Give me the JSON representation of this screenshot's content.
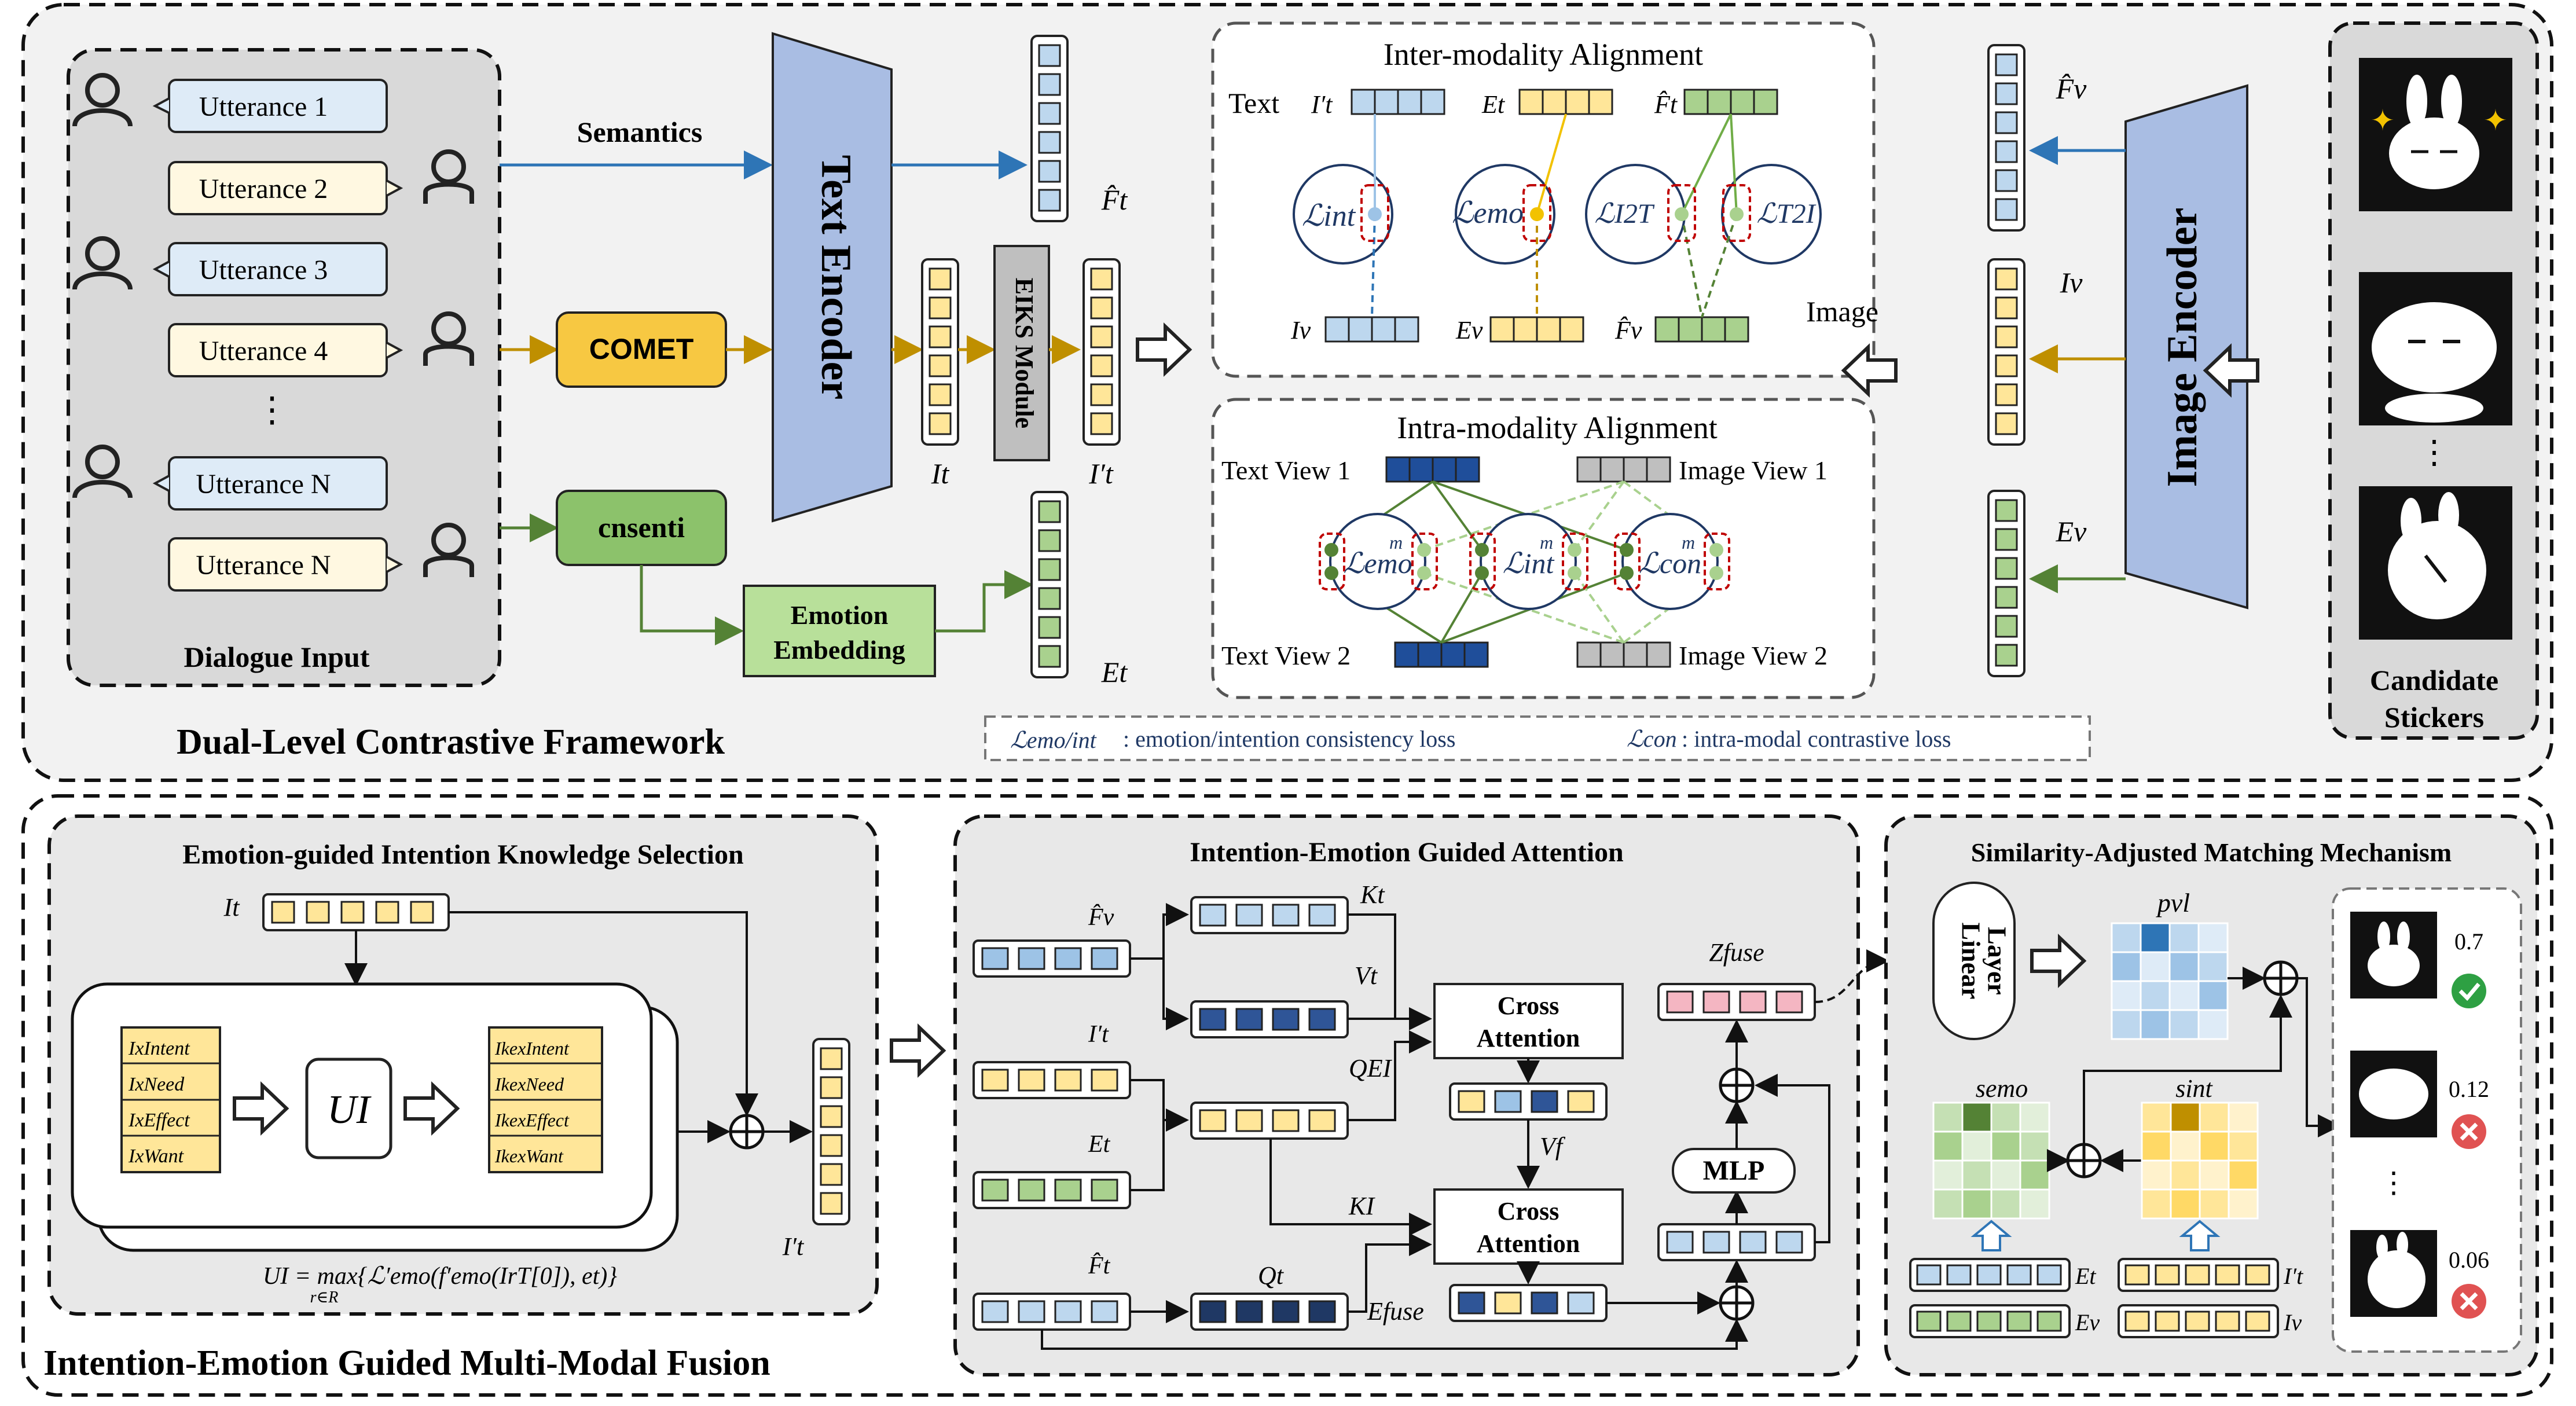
{
  "top": {
    "title": "Dual-Level Contrastive Framework",
    "dialogue": {
      "title": "Dialogue Input",
      "utterances": [
        "Utterance 1",
        "Utterance 2",
        "Utterance 3",
        "Utterance 4",
        "Utterance N",
        "Utterance N"
      ],
      "dots": "⋮"
    },
    "semantics": "Semantics",
    "comet": "COMET",
    "cnsenti": "cnsenti",
    "emotion_embedding": [
      "Emotion",
      "Embedding"
    ],
    "text_encoder": "Text Encoder",
    "image_encoder": "Image Encoder",
    "ekks": "EIKS Module",
    "labels": {
      "F_t_hat": "F̂t",
      "I_t": "It",
      "I_prime_t": "I′t",
      "E_t": "Et",
      "F_v_hat": "F̂v",
      "I_v": "Iv",
      "E_v": "Ev"
    },
    "inter": {
      "title": "Inter-modality Alignment",
      "text": "Text",
      "image": "Image",
      "top_labels": [
        "I′t",
        "Et",
        "F̂t"
      ],
      "bottom_labels": [
        "Iv",
        "Ev",
        "F̂v"
      ],
      "circles": [
        "ℒint",
        "ℒemo",
        "ℒI2T",
        "ℒT2I"
      ]
    },
    "intra": {
      "title": "Intra-modality Alignment",
      "text_view_1": "Text View 1",
      "text_view_2": "Text View 2",
      "image_view_1": "Image View 1",
      "image_view_2": "Image View 2",
      "circles": [
        "ℒemo",
        "ℒint",
        "ℒcon"
      ],
      "superscript": "m"
    },
    "legend": {
      "l1_symbol": "ℒemo/int",
      "l1_text": ": emotion/intention consistency loss",
      "l2_symbol": "ℒcon",
      "l2_text": ": intra-modal contrastive loss",
      "sup": "m"
    },
    "candidates": {
      "title": [
        "Candidate",
        "Stickers"
      ],
      "dots": "⋮"
    }
  },
  "bottom": {
    "title": "Intention-Emotion Guided Multi-Modal Fusion",
    "eiks": {
      "title": "Emotion-guided Intention Knowledge Selection",
      "I_t": "It",
      "left_items": [
        "IxIntent",
        "IxNeed",
        "IxEffect",
        "IxWant"
      ],
      "right_items": [
        "IkexIntent",
        "IkexNeed",
        "IkexEffect",
        "IkexWant"
      ],
      "U_I": "UI",
      "formula": "UI = max{ℒ′emo(f′emo(IrT[0]), et)}",
      "formula_sub": "r∈R",
      "I_prime_t": "I′t"
    },
    "iega": {
      "title": "Intention-Emotion Guided Attention",
      "inputs": [
        "F̂v",
        "I′t",
        "Et",
        "F̂t"
      ],
      "K_t": "Kt",
      "V_t": "Vt",
      "Q_EI": "QEI",
      "V_f": "Vf",
      "K_I": "KI",
      "Q_t": "Qt",
      "E_fuse": "Efuse",
      "Z_fuse": "Zfuse",
      "cross_attention": [
        "Cross",
        "Attention"
      ],
      "mlp": "MLP"
    },
    "samm": {
      "title": "Similarity-Adjusted Matching Mechanism",
      "linear": [
        "Linear",
        "Layer"
      ],
      "p_vl": "pvl",
      "s_emo": "semo",
      "s_int": "sint",
      "row_labels": [
        "Et",
        "Ev",
        "I′t",
        "Iv"
      ],
      "scores": [
        "0.7",
        "0.12",
        "0.06"
      ],
      "dots": "⋮"
    }
  },
  "colors": {
    "panel_bg": "#f2f2f2",
    "panel_dark": "#dcdcdc",
    "encoder_fill": "#a9bde3",
    "comet_fill": "#f7c842",
    "cnsenti_fill": "#8cc26b",
    "emotion_fill": "#b8e09a",
    "blue_arrow": "#2e75b6",
    "gold_arrow": "#bf8f00",
    "green_arrow": "#548235",
    "cell_blue": "#bdd7ee",
    "cell_dark_blue": "#2f5597",
    "cell_yellow": "#ffe699",
    "cell_green": "#a9d18e",
    "cell_pink": "#f4b6c2",
    "cell_gray": "#bfbfbf"
  }
}
